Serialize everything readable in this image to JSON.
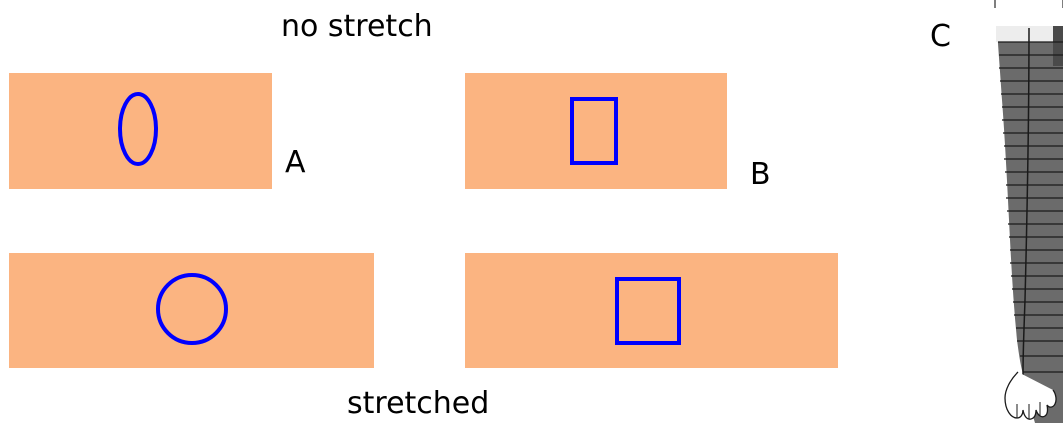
{
  "labels": {
    "top": "no stretch",
    "bottom": "stretched",
    "a": "A",
    "b": "B",
    "c": "C"
  },
  "colors": {
    "panel_fill": "#FBB481",
    "shape_stroke": "#0000FF",
    "stocking_fill": "#6B6B6B",
    "stocking_band": "#EDEDED",
    "stocking_line": "#1A1A1A"
  },
  "shapes": {
    "a_top": "ellipse",
    "a_bottom": "circle",
    "b_top": "rectangle",
    "b_bottom": "square"
  },
  "icons": {
    "c_figure": "compression-stocking-leg-icon"
  }
}
